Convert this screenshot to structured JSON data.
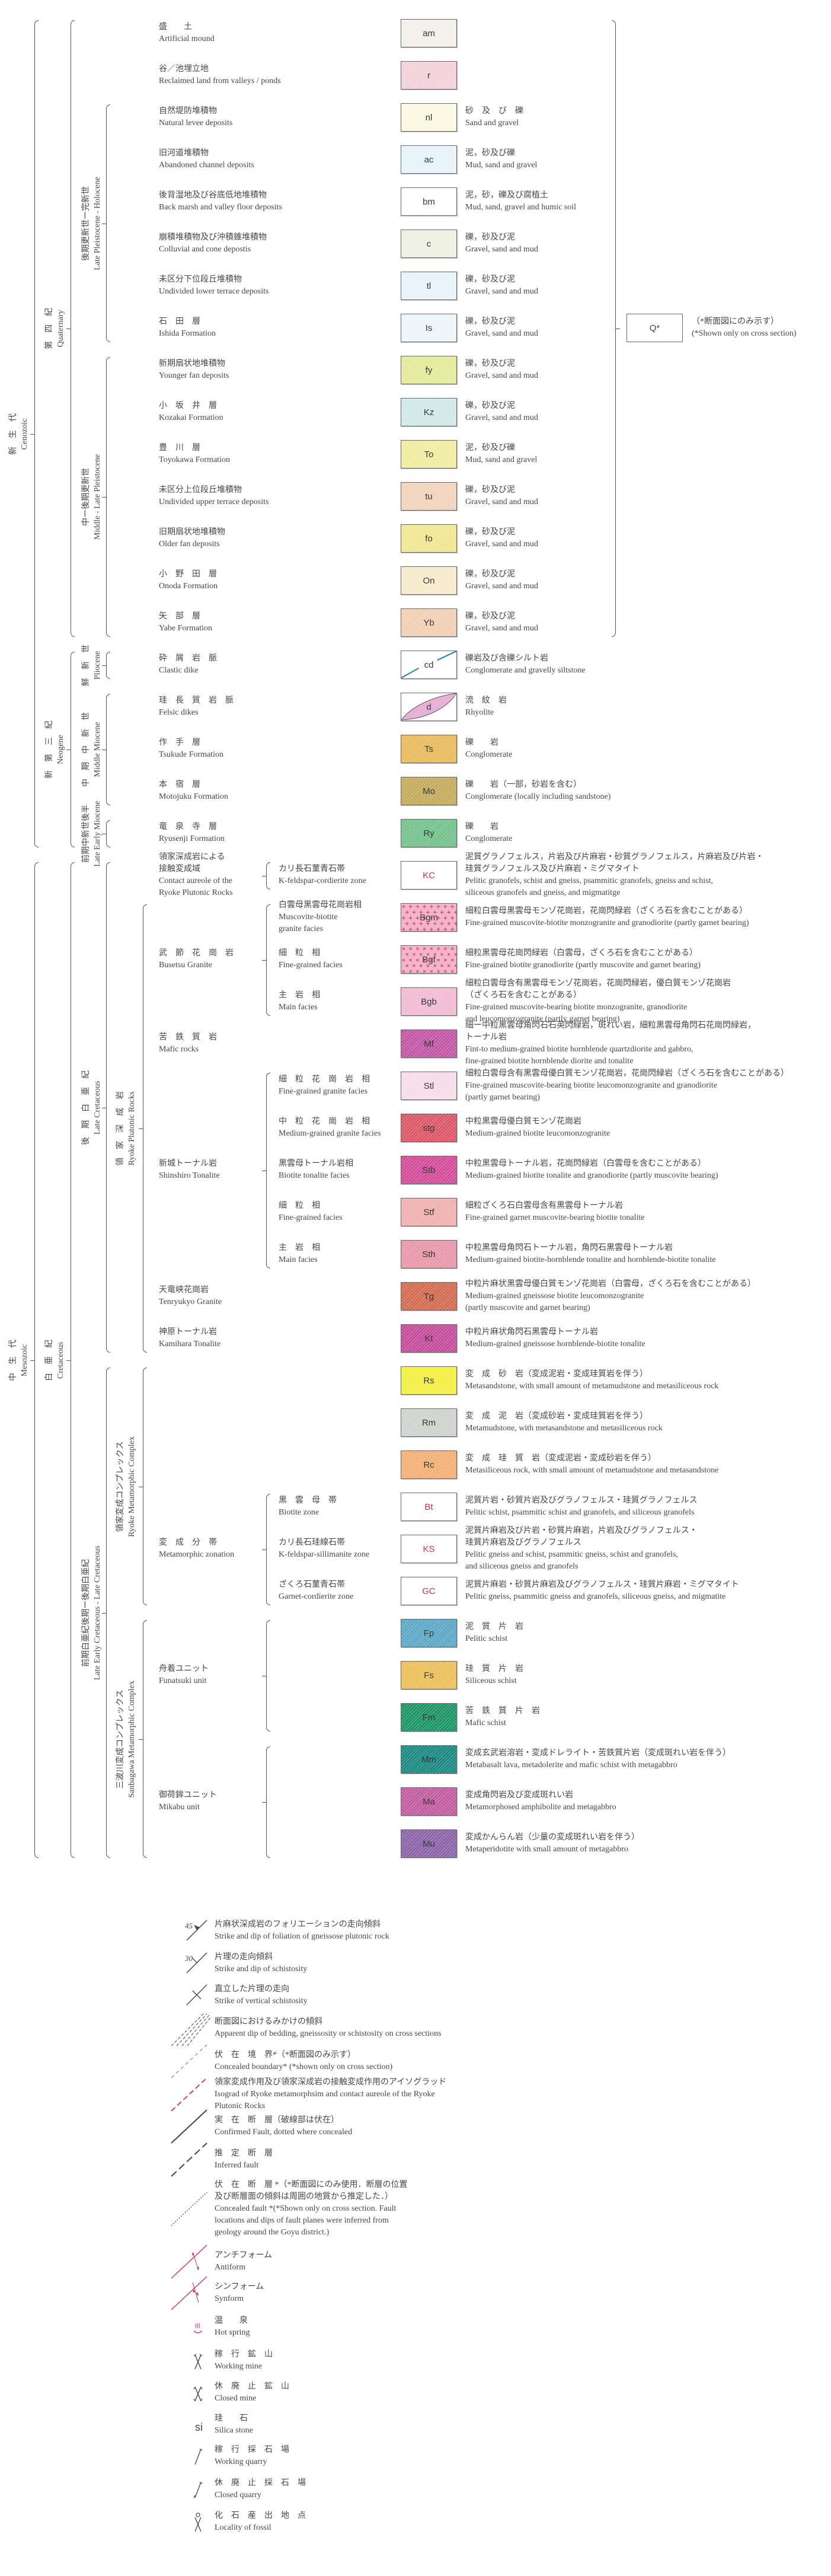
{
  "units": [
    {
      "code": "am",
      "color": "#f1f1ea",
      "name": [
        "盛　　土",
        "Artificial mound"
      ]
    },
    {
      "code": "r",
      "color": "#f6d4de",
      "hatch": true,
      "name": [
        "谷／池埋立地",
        "Reclaimed land from valleys / ponds"
      ]
    },
    {
      "code": "nl",
      "color": "#fdf8e4",
      "name": [
        "自然堤防堆積物",
        "Natural levee deposits"
      ],
      "desc": [
        "砂　及　び　礫",
        "Sand and gravel"
      ]
    },
    {
      "code": "ac",
      "color": "#e8f3fa",
      "name": [
        "旧河道堆積物",
        "Abandoned channel deposits"
      ],
      "desc": [
        "泥，砂及び礫",
        "Mud, sand and gravel"
      ]
    },
    {
      "code": "bm",
      "color": "#ffffff",
      "name": [
        "後背湿地及び谷底低地堆積物",
        "Back marsh and valley floor deposits"
      ],
      "desc": [
        "泥，砂，礫及び腐植土",
        "Mud, sand, gravel and humic soil"
      ]
    },
    {
      "code": "c",
      "color": "#eff1e2",
      "name": [
        "崩積堆積物及び沖積錐堆積物",
        "Colluvial and cone depostis"
      ],
      "desc": [
        "礫，砂及び泥",
        "Gravel, sand and mud"
      ]
    },
    {
      "code": "tl",
      "color": "#e8f3fa",
      "name": [
        "未区分下位段丘堆積物",
        "Undivided lower terrace deposits"
      ],
      "desc": [
        "礫，砂及び泥",
        "Gravel, sand and mud"
      ]
    },
    {
      "code": "Is",
      "color": "#ecf5fa",
      "name": [
        "石　田　層",
        "Ishida Formation"
      ],
      "desc": [
        "礫，砂及び泥",
        "Gravel, sand and mud"
      ]
    },
    {
      "code": "fy",
      "color": "#e6ee9a",
      "hatch": true,
      "name": [
        "新期扇状地堆積物",
        "Younger fan deposits"
      ],
      "desc": [
        "礫，砂及び泥",
        "Gravel, sand and mud"
      ]
    },
    {
      "code": "Kz",
      "color": "#d4ecec",
      "hatch": true,
      "name": [
        "小　坂　井　層",
        "Kozakai Formation"
      ],
      "desc": [
        "礫，砂及び泥",
        "Gravel, sand and mud"
      ]
    },
    {
      "code": "To",
      "color": "#f4f0a2",
      "hatch": true,
      "name": [
        "豊　川　層",
        "Toyokawa Formation"
      ],
      "desc": [
        "泥，砂及び礫",
        "Mud, sand and gravel"
      ]
    },
    {
      "code": "tu",
      "color": "#f7d6be",
      "hatch": true,
      "name": [
        "未区分上位段丘堆積物",
        "Undivided upper terrace deposits"
      ],
      "desc": [
        "礫，砂及び泥",
        "Gravel, sand and mud"
      ]
    },
    {
      "code": "fo",
      "color": "#f4ea92",
      "hatch": true,
      "name": [
        "旧期扇状地堆積物",
        "Older fan deposits"
      ],
      "desc": [
        "礫，砂及び泥",
        "Gravel, sand and mud"
      ]
    },
    {
      "code": "On",
      "color": "#fbeecf",
      "hatch": true,
      "name": [
        "小　野　田　層",
        "Onoda Formation"
      ],
      "desc": [
        "礫，砂及び泥",
        "Gravel, sand and mud"
      ]
    },
    {
      "code": "Yb",
      "color": "#f6d2b6",
      "hatch": true,
      "name": [
        "矢　部　層",
        "Yabe Formation"
      ],
      "desc": [
        "礫，砂及び泥",
        "Gravel, sand and mud"
      ]
    },
    {
      "code": "cd",
      "color": "#ffffff",
      "symbol": "dike-line",
      "name": [
        "砕　屑　岩　脈",
        "Clastic dike"
      ],
      "desc": [
        "礫岩及び含礫シルト岩",
        "Conglomerate and gravelly siltstone"
      ]
    },
    {
      "code": "d",
      "color": "#ffffff",
      "symbol": "lens",
      "name": [
        "珪　長　質　岩　脈",
        "Felsic dikes"
      ],
      "desc": [
        "流　紋　岩",
        "Rhyolite"
      ]
    },
    {
      "code": "Ts",
      "color": "#ecbd5c",
      "hatch": true,
      "name": [
        "作　手　層",
        "Tsukude Formation"
      ],
      "desc": [
        "礫　　岩",
        "Conglomerate"
      ]
    },
    {
      "code": "Mo",
      "color": "#c6ad5a",
      "hatch": true,
      "name": [
        "本　宿　層",
        "Motojuku Formation"
      ],
      "desc": [
        "礫　　岩（一部，砂岩を含む）",
        "Conglomerate (locally including sandstone)"
      ]
    },
    {
      "code": "Ry",
      "color": "#72c58e",
      "hatch": true,
      "name": [
        "竜　泉　寺　層",
        "Ryusenji Formation"
      ],
      "desc": [
        "礫　　岩",
        "Conglomerate"
      ]
    },
    {
      "code": "KC",
      "color": "#ffffff",
      "code_color": "#d0305a",
      "facies": [
        "カリ長石菫青石帯",
        "K-feldspar-cordierite zone"
      ],
      "desc": [
        "泥質グラノフェルス，片岩及び片麻岩・砂質グラノフェルス，片麻岩及び片岩・",
        "珪質グラノフェルス及び片麻岩・ミグマタイト",
        "Pelitic granofels, schist and gneiss, psammitic granofels, gneiss and schist,",
        "siliceous granofels and gneiss, and migmatitge"
      ]
    },
    {
      "code": "Bgm",
      "color": "#f4b4cc",
      "pattern": "plus",
      "facies": [
        "白雲母黒雲母花崗岩相",
        "Muscovite-biotite",
        "granite facies"
      ],
      "desc": [
        "細粒白雲母黒雲母モンゾ花崗岩，花崗閃緑岩（ざくろ石を含むことがある）",
        "Fine-grained muscovite-biotite monzogranite and granodiorite (partly garnet bearing)"
      ]
    },
    {
      "code": "Bgf",
      "color": "#f4b4cc",
      "pattern": "cross",
      "facies": [
        "細　粒　相",
        "Fine-grained facies"
      ],
      "desc": [
        "細粒黒雲母花崗閃緑岩（白雲母，ざくろ石を含むことがある）",
        "Fine-grained biotite granodiorite (partly muscovite and garnet bearing)"
      ]
    },
    {
      "code": "Bgb",
      "color": "#f6bcd6",
      "hatch": true,
      "facies": [
        "主　岩　相",
        "Main facies"
      ],
      "desc": [
        "細粒白雲母含有黒雲母モンゾ花崗岩，花崗閃緑岩，優白質モンゾ花崗岩",
        "（ざくろ石を含むことがある）",
        "Fine-grained muscovite-bearing biotite monzogranite, granodiorite",
        "and leucomonzogranite (partly garnet bearing)"
      ]
    },
    {
      "code": "Mf",
      "color": "#c455a6",
      "hatch": true,
      "name": [
        "苦　鉄　質　岩",
        "Mafic rocks"
      ],
      "desc": [
        "細ー中粒黒雲母角閃石石英閃緑岩，斑れい岩，細粒黒雲母角閃石花崗閃緑岩，",
        "トーナル岩",
        "Fint-to medium-grained biotite hornblende quartzdiorite and gabbro,",
        "fine-grained biotite hornblende diorite and tonalite"
      ]
    },
    {
      "code": "Stl",
      "color": "#fbe0ec",
      "hatch": true,
      "facies": [
        "細　粒　花　崗　岩　相",
        "Fine-grained granite facies"
      ],
      "desc": [
        "細粒白雲母含有黒雲母優白質モンゾ花崗岩，花崗閃緑岩（ざくろ石を含むことがある）",
        "Fine-grained muscovite-bearing biotite leucomonzogranite and granodiorite",
        "(partly garnet bearing)"
      ]
    },
    {
      "code": "stg",
      "color": "#de5666",
      "hatch": true,
      "facies": [
        "中　粒　花　崗　岩　相",
        "Medium-grained granite facies"
      ],
      "desc": [
        "中粒黒雲母優白質モンゾ花崗岩",
        "Medium-grained biotite leucomonzogranite"
      ]
    },
    {
      "code": "Stb",
      "color": "#d64a9a",
      "hatch": true,
      "facies": [
        "黒雲母トーナル岩相",
        "Biotite tonalite facies"
      ],
      "desc": [
        "中粒黒雲母トーナル岩，花崗閃緑岩（白雲母を含むことがある）",
        "Medium-grained biotite tonalite and granodiorite (partly muscovite bearing)"
      ]
    },
    {
      "code": "Stf",
      "color": "#f5b2b2",
      "hatch": true,
      "facies": [
        "細　粒　相",
        "Fine-grained facies"
      ],
      "desc": [
        "細粒ざくろ石白雲母含有黒雲母トーナル岩",
        "Fine-grained garnet muscovite-bearing biotite tonalite"
      ]
    },
    {
      "code": "Sth",
      "color": "#ec98aa",
      "hatch": true,
      "facies": [
        "主　岩　相",
        "Main facies"
      ],
      "desc": [
        "中粒黒雲母角閃石トーナル岩，角閃石黒雲母トーナル岩",
        "Medium-grained biotite-hornblende tonalite and hornblende-biotite tonalite"
      ]
    },
    {
      "code": "Tg",
      "color": "#d66a52",
      "hatch": true,
      "name": [
        "天竜峡花崗岩",
        "Tenryukyo Granite"
      ],
      "desc": [
        "中粒片麻状黒雲母優白質モンゾ花崗岩（白雲母，ざくろ石を含むことがある）",
        "Medium-grained gneissose biotite leucomonzogranite",
        "(partly muscovite and garnet bearing)"
      ]
    },
    {
      "code": "Kt",
      "color": "#c64a9c",
      "hatch": true,
      "name": [
        "神原トーナル岩",
        "Kamihara Tonalite"
      ],
      "desc": [
        "中粒片麻状角閃石黒雲母トーナル岩",
        "Medium-grained gneissose hornblende-biotite tonalite"
      ]
    },
    {
      "code": "Rs",
      "color": "#f4f050",
      "desc": [
        "変　成　砂　岩（変成泥岩・変成珪質岩を伴う）",
        "Metasandstone, with small amount of metamudstone and metasiliceous rock"
      ]
    },
    {
      "code": "Rm",
      "color": "#d2d6d2",
      "hatch": true,
      "desc": [
        "変　成　泥　岩（変成砂岩・変成珪質岩を伴う）",
        "Metamudstone, with metasandstone and metasiliceous rock"
      ]
    },
    {
      "code": "Rc",
      "color": "#f7b274",
      "hatch": true,
      "desc": [
        "変　成　珪　質　岩（変成泥岩・変成砂岩を伴う）",
        "Metasiliceous rock, with small amount of metamudstone and metasandstone"
      ]
    },
    {
      "code": "Bt",
      "color": "#ffffff",
      "code_color": "#d0305a",
      "facies": [
        "黒　雲　母　帯",
        "Biotite zone"
      ],
      "desc": [
        "泥質片岩・砂質片岩及びグラノフェルス・珪質グラノフェルス",
        "Pelitic schist, psammitic schist and granofels, and siliceous granofels"
      ]
    },
    {
      "code": "KS",
      "color": "#ffffff",
      "code_color": "#d0305a",
      "facies": [
        "カリ長石珪線石帯",
        "K-feldspar-sillimanite zone"
      ],
      "desc": [
        "泥質片麻岩及び片岩・砂質片麻岩，片岩及びグラノフェルス・",
        "珪質片麻岩及びグラノフェルス",
        "Pelitic gneiss and schist, psammitic gneiss, schist and granofels,",
        "and siliceous gneiss and granofels"
      ]
    },
    {
      "code": "GC",
      "color": "#ffffff",
      "code_color": "#d0305a",
      "facies": [
        "ざくろ石菫青石帯",
        "Garnet-cordierite zone"
      ],
      "desc": [
        "泥質片麻岩・砂質片麻岩及びグラノフェルス・珪質片麻岩・ミグマタイト",
        "Pelitic gneiss, psammitic gneiss and granofels, siliceous gneiss, and migmatite"
      ]
    },
    {
      "code": "Fp",
      "color": "#5aaac8",
      "hatch": true,
      "desc": [
        "泥　質　片　岩",
        "Pelitic schist"
      ]
    },
    {
      "code": "Fs",
      "color": "#f0c258",
      "hatch": true,
      "desc": [
        "珪　質　片　岩",
        "Siliceous schist"
      ]
    },
    {
      "code": "Fm",
      "color": "#1a9662",
      "hatch": true,
      "desc": [
        "苦　鉄　質　片　岩",
        "Mafic schist"
      ]
    },
    {
      "code": "Mm",
      "color": "#178a82",
      "hatch": true,
      "desc": [
        "変成玄武岩溶岩・変成ドレライト・苦鉄質片岩（変成斑れい岩を伴う）",
        "Metabasalt lava, metadolerite and mafic schist with metagabbro"
      ]
    },
    {
      "code": "Ma",
      "color": "#c65aa2",
      "hatch": true,
      "desc": [
        "変成角閃岩及び変成斑れい岩",
        "Metamorphosed amphibolite and metagabbro"
      ]
    },
    {
      "code": "Mu",
      "color": "#8a62aa",
      "hatch": true,
      "desc": [
        "変成かんらん岩（少量の変成斑れい岩を伴う）",
        "Metaperidotite with small amount of metagabbro"
      ]
    }
  ],
  "groups": [
    {
      "label": [
        "領家深成岩による",
        "接触変成域",
        "Contact aureole of the",
        "Ryoke Plutonic Rocks"
      ],
      "from": "KC",
      "to": "KC"
    },
    {
      "label": [
        "武　節　花　崗　岩",
        "Busetsu Granite"
      ],
      "from": "Bgm",
      "to": "Bgb"
    },
    {
      "label": [
        "新城トーナル岩",
        "Shinshiro Tonalite"
      ],
      "from": "Stl",
      "to": "Sth"
    },
    {
      "label": [
        "変　成　分　帯",
        "Metamorphic zonation"
      ],
      "from": "Bt",
      "to": "GC"
    },
    {
      "label": [
        "舟着ユニット",
        "Funatsuki unit"
      ],
      "from": "Fp",
      "to": "Fm"
    },
    {
      "label": [
        "御荷鉾ユニット",
        "Mikabu unit"
      ],
      "from": "Mm",
      "to": "Mu"
    }
  ],
  "stratigraphy": {
    "era": [
      {
        "label": [
          "新　生　代",
          "Cenozoic"
        ],
        "from": "am",
        "to": "Ry"
      },
      {
        "label": [
          "中　生　代",
          "Mesozoic"
        ],
        "from": "KC",
        "to": "Mu"
      }
    ],
    "period": [
      {
        "label": [
          "第　四　紀",
          "Quaternary"
        ],
        "from": "am",
        "to": "Yb"
      },
      {
        "label": [
          "新　第　三　紀",
          "Neogene"
        ],
        "from": "cd",
        "to": "Ry"
      },
      {
        "label": [
          "白　亜　紀",
          "Cretaceous"
        ],
        "from": "KC",
        "to": "Mu"
      }
    ],
    "epoch": [
      {
        "label": [
          "後期更新世ー完新世",
          "Late Pleistocene - Holocene"
        ],
        "from": "nl",
        "to": "Is"
      },
      {
        "label": [
          "中ー後期更新世",
          "Middle - Late Pleistocene"
        ],
        "from": "fy",
        "to": "Yb"
      },
      {
        "label": [
          "鮮　新　世",
          "Pliocene"
        ],
        "from": "cd",
        "to": "cd"
      },
      {
        "label": [
          "中　期　中　新　世",
          "Middle Miocene"
        ],
        "from": "d",
        "to": "Mo"
      },
      {
        "label": [
          "前期中新世後半",
          "Late Early Miocene"
        ],
        "from": "Ry",
        "to": "Ry"
      },
      {
        "label": [
          "後　期　白　亜　紀",
          "Late Cretaceous"
        ],
        "from": "KC",
        "to": "Kt"
      },
      {
        "label": [
          "前期白亜紀後期ー後期白亜紀",
          "Late Early Cretaceous - Late Cretaceous"
        ],
        "from": "Rs",
        "to": "Mu"
      }
    ],
    "complex": [
      {
        "label": [
          "領　家　深　成　岩",
          "Ryoke Plutonic Rocks"
        ],
        "from": "Bgm",
        "to": "Kt"
      },
      {
        "label": [
          "領家変成コンプレックス",
          "Ryoke Metamorphic Complex"
        ],
        "from": "Rs",
        "to": "GC"
      },
      {
        "label": [
          "三波川変成コンプレックス",
          "Sanbagawa Metamorphic Complex"
        ],
        "from": "Fp",
        "to": "Mu"
      }
    ]
  },
  "cross_section": {
    "code": "Q*",
    "note_ja": "（*断面図にのみ示す）",
    "note_en": "(*Shown only on cross section)",
    "from": "am",
    "to": "Yb"
  },
  "symbols": [
    {
      "icon": "foliation-strike-dip-icon",
      "value": "45",
      "text": [
        "片麻状深成岩のフォリエーションの走向傾斜",
        "Strike and dip of foliation of gneissose plutonic rock"
      ]
    },
    {
      "icon": "schistosity-strike-dip-icon",
      "value": "30",
      "text": [
        "片理の走向傾斜",
        "Strike and dip of schistosity"
      ]
    },
    {
      "icon": "vertical-schistosity-icon",
      "text": [
        "直立した片理の走向",
        "Strike  of vertical schistosity"
      ]
    },
    {
      "icon": "apparent-dip-icon",
      "text": [
        "断面図におけるみかけの傾斜",
        "Apparent dip of bedding, gneissosity or schistosity on cross sections"
      ]
    },
    {
      "icon": "concealed-boundary-icon",
      "text": [
        "伏　在　境　界*（*断面図のみ示す）",
        "Concealed boundary* (*shown only on cross section)"
      ]
    },
    {
      "icon": "isograd-icon",
      "text": [
        "領家変成作用及び領家深成岩の接触変成作用のアイソグラッド",
        "Isograd of Ryoke metamorphsim and contact aureole of the Ryoke",
        "Plutonic Rocks"
      ]
    },
    {
      "icon": "confirmed-fault-icon",
      "text": [
        "実　在　断　層（破線部は伏在）",
        "Confirmed Fault, dotted where concealed"
      ]
    },
    {
      "icon": "inferred-fault-icon",
      "text": [
        "推　定　断　層",
        "Inferred fault"
      ]
    },
    {
      "icon": "concealed-fault-icon",
      "text": [
        "伏　在　断　層 *（*断面図にのみ使用．断層の位置",
        "及び断層面の傾斜は周囲の地質から推定した．）",
        "Concealed fault *(*Shown only on cross section. Fault",
        "locations and dips of fault planes were inferred from",
        "geology around the Goyu district.)"
      ]
    },
    {
      "icon": "antiform-icon",
      "text": [
        "アンチフォーム",
        "Antiform"
      ]
    },
    {
      "icon": "synform-icon",
      "text": [
        "シンフォーム",
        "Synform"
      ]
    },
    {
      "icon": "hot-spring-icon",
      "text": [
        "温　　泉",
        "Hot spring"
      ]
    },
    {
      "icon": "working-mine-icon",
      "text": [
        "稼　行　鉱　山",
        "Working mine"
      ]
    },
    {
      "icon": "closed-mine-icon",
      "text": [
        "休　廃　止　鉱　山",
        "Closed mine"
      ]
    },
    {
      "icon": "silica-stone-icon",
      "value": "si",
      "text": [
        "珪　　石",
        "Silica stone"
      ]
    },
    {
      "icon": "working-quarry-icon",
      "text": [
        "稼　行　採　石　場",
        "Working quarry"
      ]
    },
    {
      "icon": "closed-quarry-icon",
      "text": [
        "休　廃　止　採　石　場",
        "Closed quarry"
      ]
    },
    {
      "icon": "fossil-locality-icon",
      "text": [
        "化　石　産　出　地　点",
        "Locality of fossil"
      ]
    }
  ],
  "colors": {
    "red": "#d0305a",
    "line": "#555555",
    "dike": "#2a80b0",
    "lens": "#e6b2d8"
  }
}
